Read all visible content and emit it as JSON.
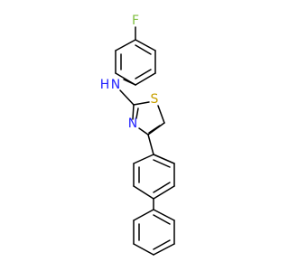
{
  "molecule": {
    "atom_labels": {
      "fluorine": "F",
      "amine": "N",
      "amine_hydrogen": "H",
      "thiazole_sulfur": "S",
      "thiazole_nitrogen": "N"
    },
    "colors": {
      "fluorine": "#7fbf3f",
      "nitrogen": "#2323ff",
      "sulfur": "#c8a000",
      "bond": "#000000",
      "background": "#ffffff"
    }
  }
}
